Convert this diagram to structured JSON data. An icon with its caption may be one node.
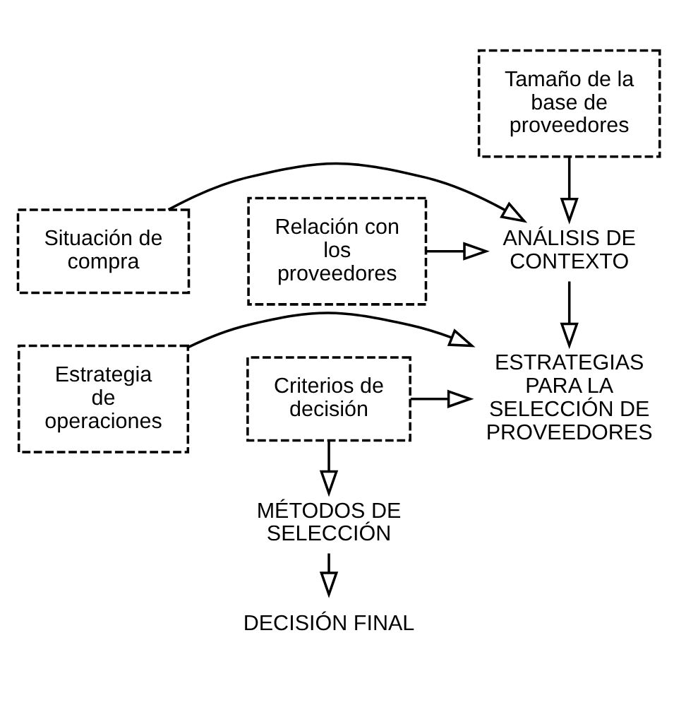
{
  "diagram": {
    "nodes": [
      {
        "text": [
          "Tamaño de la base de proveedores"
        ]
      },
      {
        "text": [
          "Situación de compra"
        ]
      },
      {
        "text": [
          "ANÁLISIS DE CONTEXTO"
        ]
      },
      {
        "text": [
          "Relación con los proveedores"
        ]
      },
      {
        "text": [
          "Estrategia de operaciones"
        ]
      },
      {
        "text": [
          "ESTRATEGIAS PARA LA SELECCIÓN DE PROVEEDORES"
        ]
      },
      {
        "text": [
          "Criterios de decisión"
        ]
      },
      {
        "text": [
          "MÉTODOS DE SELECCIÓN"
        ]
      },
      {
        "text": [
          "DECISIÓN FINAL"
        ]
      }
    ],
    "edges": [
      {
        "from": 0,
        "to": 2,
        "arrow": "to"
      },
      {
        "from": 1,
        "to": 2,
        "arrow": "to"
      },
      {
        "from": 3,
        "to": 2,
        "arrow": "to"
      },
      {
        "from": 2,
        "to": 5,
        "arrow": "to"
      },
      {
        "from": 4,
        "to": 5,
        "arrow": "to"
      },
      {
        "from": 6,
        "to": 5,
        "arrow": "to"
      },
      {
        "from": 6,
        "to": 7,
        "arrow": "to"
      },
      {
        "from": 7,
        "to": 8,
        "arrow": "to"
      }
    ]
  }
}
